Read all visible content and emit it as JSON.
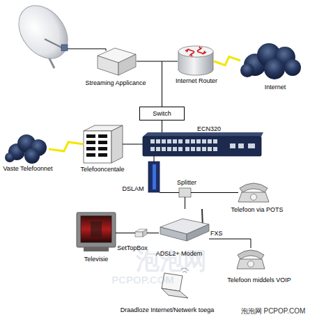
{
  "diagram": {
    "nodes": [
      {
        "text": [
          "Streaming Applicance"
        ]
      },
      {
        "text": [
          "Internet Router"
        ]
      },
      {
        "text": [
          "Internet"
        ]
      },
      {
        "text": [
          "Switch"
        ]
      },
      {
        "text": [
          "ECN320"
        ]
      },
      {
        "text": [
          "Vaste Telefoonnet"
        ]
      },
      {
        "text": [
          "Telefooncentale"
        ]
      },
      {
        "text": [
          "DSLAM"
        ]
      },
      {
        "text": [
          "Splitter"
        ]
      },
      {
        "text": [
          "Telefoon via POTS"
        ]
      },
      {
        "text": [
          "Televisie"
        ]
      },
      {
        "text": [
          "SetTopBox"
        ]
      },
      {
        "text": [
          "ADSL2+ Modem"
        ]
      },
      {
        "text": [
          "Telefoon middels VOIP"
        ]
      },
      {
        "text": [
          "Draadloze Internet/Netwerk toega"
        ]
      }
    ],
    "edges": [
      {
        "from": 0,
        "to": 3,
        "arrow": "none"
      },
      {
        "from": 1,
        "to": 3,
        "arrow": "none"
      },
      {
        "from": 1,
        "to": 2,
        "arrow": "none"
      },
      {
        "from": 3,
        "to": 4,
        "arrow": "none"
      },
      {
        "from": 6,
        "to": 4,
        "arrow": "none"
      },
      {
        "from": 5,
        "to": 6,
        "arrow": "none"
      },
      {
        "from": 4,
        "to": 7,
        "arrow": "none"
      },
      {
        "from": 7,
        "to": 8,
        "arrow": "none"
      },
      {
        "from": 8,
        "to": 9,
        "arrow": "none"
      },
      {
        "from": 8,
        "to": 12,
        "arrow": "none"
      },
      {
        "from": 12,
        "to": 11,
        "arrow": "none"
      },
      {
        "from": 11,
        "to": 10,
        "arrow": "none"
      },
      {
        "from": 12,
        "to": 13,
        "label": "FXS",
        "arrow": "none"
      }
    ],
    "labels": [
      "泡泡网",
      "PCPOP.COM",
      "泡泡网 PCPOP.COM"
    ]
  }
}
